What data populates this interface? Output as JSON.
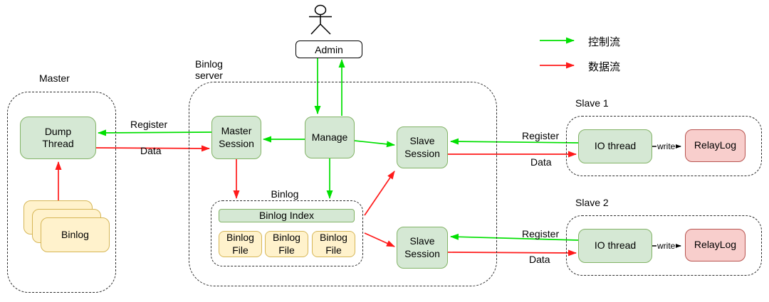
{
  "actor": {
    "label": "Admin"
  },
  "legend": {
    "control_label": "控制流",
    "data_label": "数据流",
    "control_color": "#00e000",
    "data_color": "#ff1a1a"
  },
  "colors": {
    "green_fill": "#d5e8d4",
    "green_stroke": "#82b366",
    "yellow_fill": "#fff2cc",
    "yellow_stroke": "#d6b656",
    "red_fill": "#f8cecc",
    "red_stroke": "#b85450"
  },
  "master": {
    "title": "Master",
    "dump_thread_label": "Dump Thread",
    "binlog_stack_label": "Binlog"
  },
  "binlog_server": {
    "title": "Binlog server",
    "master_session_label": "Master Session",
    "manage_label": "Manage",
    "slave_session_1_label": "Slave Session",
    "slave_session_2_label": "Slave Session",
    "binlog_group": {
      "title": "Binlog",
      "index_label": "Binlog Index",
      "file_labels": [
        "Binlog File",
        "Binlog File",
        "Binlog File"
      ]
    }
  },
  "slave1": {
    "title": "Slave 1",
    "io_thread_label": "IO thread",
    "relay_log_label": "RelayLog",
    "write_label": "write"
  },
  "slave2": {
    "title": "Slave 2",
    "io_thread_label": "IO thread",
    "relay_log_label": "RelayLog",
    "write_label": "write"
  },
  "edges": {
    "master_register": "Register",
    "master_data": "Data",
    "slave1_register": "Register",
    "slave1_data": "Data",
    "slave2_register": "Register",
    "slave2_data": "Data"
  }
}
